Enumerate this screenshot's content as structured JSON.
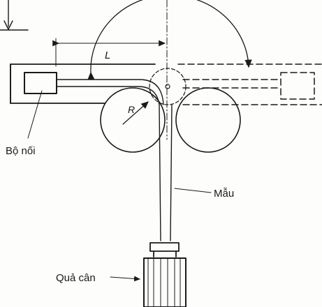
{
  "labels": {
    "connector": "Bộ nối",
    "sample": "Mẫu",
    "weight": "Quả cân",
    "length": "L",
    "radius": "R"
  },
  "colors": {
    "ink": "#1a1a1a",
    "paper": "#fdfdfb"
  }
}
